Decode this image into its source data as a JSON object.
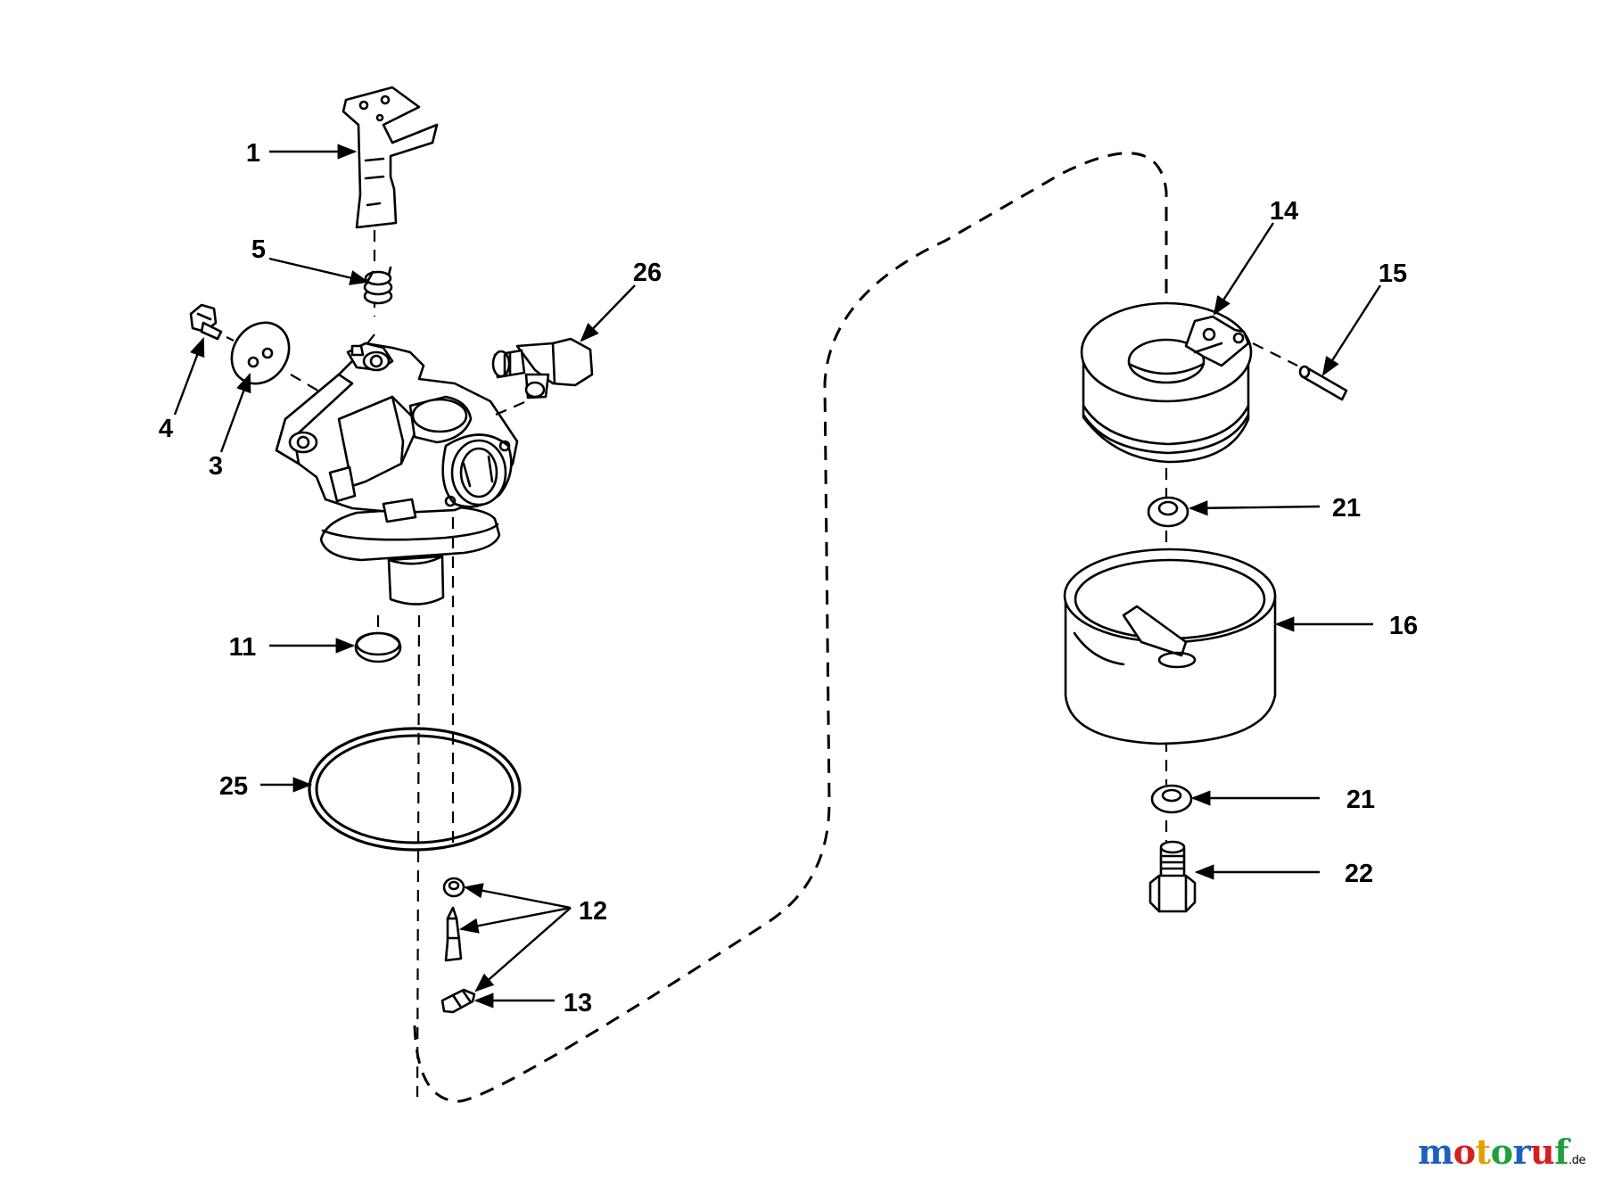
{
  "diagram": {
    "callouts": {
      "c1": "1",
      "c5": "5",
      "c4": "4",
      "c3": "3",
      "c26": "26",
      "c11": "11",
      "c25": "25",
      "c12": "12",
      "c13": "13",
      "c14": "14",
      "c15": "15",
      "c21a": "21",
      "c16": "16",
      "c21b": "21",
      "c22": "22"
    }
  },
  "watermark": {
    "letters": [
      "m",
      "o",
      "t",
      "o",
      "r",
      "u",
      "f"
    ],
    "colors": [
      "#1f5fbf",
      "#d42020",
      "#e0a000",
      "#1f9f3f",
      "#1f5fbf",
      "#d42020",
      "#1f9f3f"
    ],
    "suffix": ".de"
  }
}
